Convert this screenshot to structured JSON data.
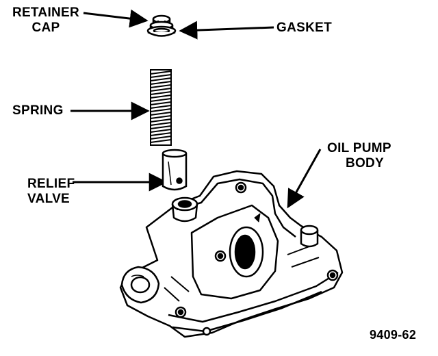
{
  "labels": {
    "retainer_cap": [
      "RETAINER",
      "CAP"
    ],
    "gasket": "GASKET",
    "spring": "SPRING",
    "relief_valve": [
      "RELIEF",
      "VALVE"
    ],
    "oil_pump_body": [
      "OIL PUMP",
      "BODY"
    ]
  },
  "figure_number": "9409-62",
  "colors": {
    "ink": "#000000",
    "paper": "#ffffff"
  }
}
